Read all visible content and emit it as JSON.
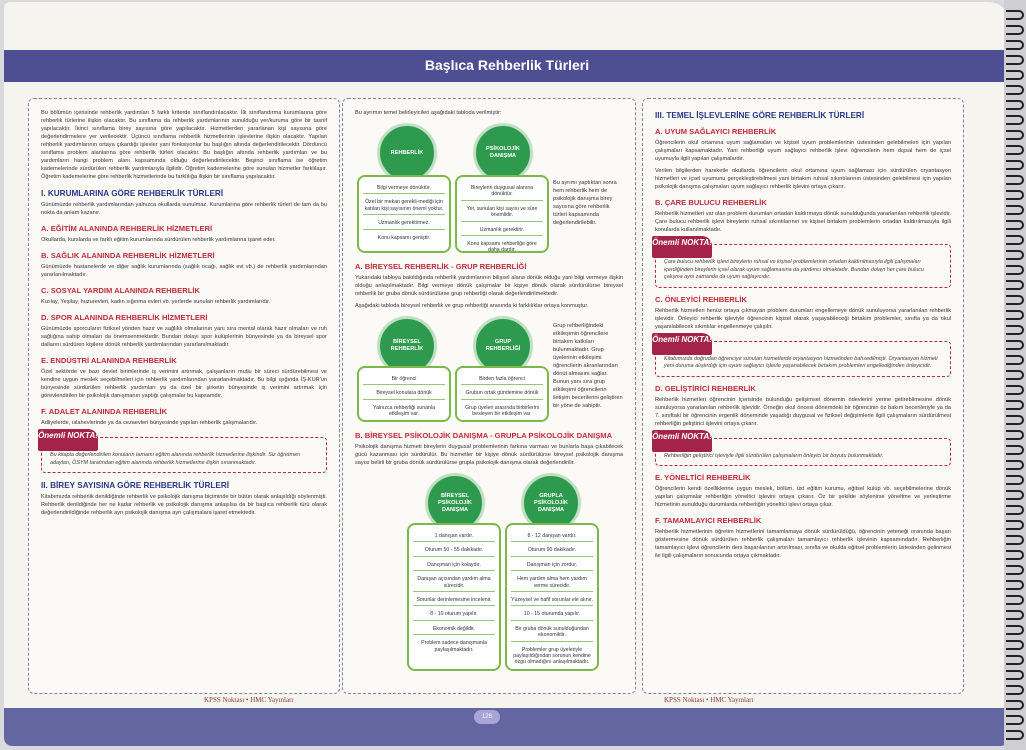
{
  "header": {
    "title": "Başlıca Rehberlik Türleri"
  },
  "footer": {
    "left": "KPSS Noktası • HMC Yayınları",
    "right": "KPSS Noktası • HMC Yayınları",
    "page": "126"
  },
  "col1": {
    "intro": "Bu bölümün içerisinde rehberlik yardımları 5 farklı kriterde sınıflandırılacaktır. İlk sınıflandırma kurumlarına göre rehberlik türlerine ilişkin olacaktır. Bu sınıflama da rehberlik yardımlarının sunulduğu yer/kuruma göre bir tasnif yapılacaktır. İkinci sınıflama birey sayısına göre yapılacaktır. Hizmetlerden yararlanan kişi sayısına göre değerlendirmelere yer verilecektir. Üçüncü sınıflama rehberlik hizmetlerinin işlevlerine ilişkin olacaktır. Yapılan rehberlik yardımlarının ortaya çıkardığı işlevler yani fonksiyonlar bu başlığın altında değerlendirilecektir. Dördüncü sınıflama problem alanlarına göre rehberlik türleri olacaktır. Bu başlığın altında rehberlik yardımları ve bu yardımların hangi problem alanı kapsamında olduğu değerlendirilecektir. Beşinci sınıflama ise öğretim kademelerinde sürdürülen rehberlik yardımlarıyla ilgilidir. Öğretim kademelerine göre sunulan hizmetler farklılaşır. Öğretim kademelerine göre rehberlik hizmetlerinde bu farklılığa ilişkin bir sınıflama yapılacaktır.",
    "sec1_title": "I. KURUMLARINA GÖRE REHBERLİK TÜRLERİ",
    "sec1_text": "Günümüzde rehberlik yardımlarından yalnızca okullarda sunulmaz. Kurumlarına göre rehberlik türleri de tam da bu nokta da anlam kazanır.",
    "a_title": "A. EĞİTİM ALANINDA REHBERLİK HİZMETLERİ",
    "a_text": "Okullarda, kurslarda ve farklı eğitim kurumlarında sürdürülen rehberlik yardımlarına işaret eder.",
    "b_title": "B. SAĞLIK ALANINDA REHBERLİK HİZMETLERİ",
    "b_text": "Günümüzde hastanelerde ve diğer sağlık kurumlarında (sağlık ocağı, sağlık evi vb.) de rehberlik yardımlarından yararlanılmaktadır.",
    "c_title": "C. SOSYAL YARDIM ALANINDA REHBERLİK",
    "c_text": "Kızılay, Yeşilay, huzurevleri, kadın sığınma evleri vb. yerlerde sunulan rehberlik yardımlarıdır.",
    "d_title": "D. SPOR ALANINDA REHBERLİK HİZMETLERİ",
    "d_text": "Günümüzde sporcuların fiziksel yönden hazır ve sağlıklı olmalarının yanı sıra mental olarak hazır olmaları ve ruh sağlığına sahip olmaları da önemsenmektedir. Bundan dolayı spor kulüplerinin bünyesinde ya da bireysel spor dallarını sürdüren kişilere dönük rehberlik yardımlarından yararlanılmaktadır.",
    "e_title": "E. ENDÜSTRİ ALANINDA REHBERLİK",
    "e_text": "Özel sektörde ve bazı devlet birimlerinde iş verimini artırmak, çalışanların mutlu bir süreci sürdürebilmesi ve kendine uygun meslek seçebilmeleri için rehberlik yardımlarından yararlanılmaktadır. Bu bilgi ışığında İŞ-KUR'un bünyesinde sürdürülen rehberlik yardımları ya da özel bir şirketin bünyesinde iş verimini artırmak için görevlendirilen bir psikolojik danışmanın yaptığı çalışmalar bu kapsamdır.",
    "f_title": "F. ADALET ALANINDA REHBERLİK",
    "f_text": "Adliyelerde, ıslahevlerinde ya da cezaevleri bünyesinde yapılan rehberlik çalışmalarıdır.",
    "note_badge": "Önemli NOKTA!",
    "note_text": "Bu kitapta değerlendirilen konuların tamamı eğitim alanında rehberlik hizmetlerine ilişkindir. Siz öğretmen adayları, ÖSYM tarafından eğitim alanında rehberlik hizmetlerine ilişkin sınanmaktadır.",
    "sec2_title": "II. BİREY SAYISINA GÖRE REHBERLİK TÜRLERİ",
    "sec2_text": "Kitabımızda rehberlik denildiğinde rehberlik ve psikolojik danışma biçiminde bir bütün olarak anlaşıldığı söylenmişti. Rehberlik denildiğinde her ne kadar rehberlik ve psikolojik danışma anlaşılsa da bir başlıca rehberlik türü olarak değerlendirildiğinde rehberlik ayrı psikolojik danışma ayrı çalışmalara işaret etmektedir."
  },
  "col2": {
    "intro": "Bu ayrımın temel belirleyicileri aşağıdaki tabloda verilmiştir:",
    "d1": {
      "left_title": "REHBERLİK",
      "right_title": "PSİKOLOJİK DANIŞMA",
      "left_items": [
        "Bilgi vermeye dönüktür.",
        "Özel bir mekan gerekli-mediği için katılan kişi sayısının önemi yoktur.",
        "Uzmanlık gerektirmez.",
        "Konu kapsamı geniştir."
      ],
      "right_items": [
        "Bireylerin duygusal alanına dönüktür.",
        "Yer, sunulan kişi sayısı ve süre önemlidir.",
        "Uzmanlık gerektirir.",
        "Konu kapsamı rehberliğe göre daha dardır."
      ],
      "side": "Bu ayrımı yaptıktan sonra hem rehberlik hem de psikolojik danışma birey sayısına göre rehberlik türleri kapsamında değerlendirilebilir."
    },
    "a_title": "A. BİREYSEL REHBERLİK - GRUP REHBERLİĞİ",
    "a_text": "Yukarıdaki tabloya bakıldığında rehberlik yardımlarının bilişsel alana dönük olduğu yani bilgi vermeye ilişkin olduğu anlaşılmaktadır. Bilgi vermeye dönük çalışmalar bir kişiye dönük olarak sürdürülürse bireysel rehberlik bir gruba dönük sürdürülürse grup rehberliği olarak değerlendirilmektedir.",
    "a_text2": "Aşağıdaki tabloda bireysel rehberlik ve grup rehberliği arasında ki farklılıklar ortaya konmuştur.",
    "d2": {
      "left_title": "BİREYSEL REHBERLİK",
      "right_title": "GRUP REHBERLİĞİ",
      "left_items": [
        "Bir öğrenci",
        "Bireysel konulara dönük",
        "Yalnızca rehberliği sunanla etkileşim var."
      ],
      "right_items": [
        "Birden fazla öğrenci",
        "Grubun ortak gündemine dönük",
        "Grup üyeleri arasında birbirlerini besleyen bir etkileşim var."
      ],
      "side": "Grup rehberliğindeki etkileşimin öğrencilere birtakım katkıları bulunmaktadır. Grup üyelerinin etkileşimi öğrencilerin akranlarından dönüt almasını sağlar. Bunun yanı sıra grup etkileşimi öğrencilerin iletişim becerilerini geliştiren bir yöne de sahiptir."
    },
    "b_title": "B. BİREYSEL PSİKOLOJİK DANIŞMA - GRUPLA PSİKOLOJİK DANIŞMA",
    "b_text": "Psikolojik danışma hizmeti bireylerin duygusal problemlerinin farkına varması ve bunlarla başa çıkabilecek gücü kazanması için sürdürülür. Bu hizmetler bir kişiye dönük sürdürülürse bireysel psikolojik danışma sayısı belirli bir gruba dönük sürdürülürse grupla psikolojik danışma olarak değerlendirilir.",
    "d3": {
      "left_title": "BİREYSEL PSİKOLOJİK DANIŞMA",
      "right_title": "GRUPLA PSİKOLOJİK DANIŞMA",
      "left_items": [
        "1 danışan vardır.",
        "Oturum 50 - 55 dakikadır.",
        "Danışman için kolaydır.",
        "Danışan açısından yardım alma sürecidir.",
        "Sorunlar derinlemesine incelenir.",
        "8 - 10 oturum yapılır.",
        "Ekonomik değildir.",
        "Problem sadece danışmanla paylaşılmaktadır."
      ],
      "right_items": [
        "8 - 12 danışan vardır.",
        "Oturum 90 dakikadır.",
        "Danışman için zordur.",
        "Hem yardım alma hem yardım verme sürecidir.",
        "Yüzeysel ve hafif sorunlar ele alınır.",
        "10 - 15 oturumda yapılır.",
        "Bir gruba dönük sunulduğundan ekonomiktir.",
        "Problemler grup üyeleriyle paylaşıldığından sorunun kendine özgü olmadığını anlaşılmaktadır."
      ]
    }
  },
  "col3": {
    "sec3_title": "III. TEMEL İŞLEVLERİNE GÖRE REHBERLİK TÜRLERİ",
    "a_title": "A. UYUM SAĞLAYICI REHBERLİK",
    "a_text": "Öğrencilerin okul ortamına uyum sağlamaları ve kişisel uyum problemlerinin üstesinden gelebilmeleri için yapılan çalışmaları kapsamaktadır. Yani rehberliği uyum sağlayıcı rehberlik işlevi öğrencilerin hem dışsal hem de içsel uyumuyla ilgili yapılan çalışmalardır.",
    "a_text2": "Verilen bilgilerden hareketle okullarda öğrencilerin okul ortamına uyum sağlaması için sürdürülen oryantasyon hizmetleri ve içsel uyumunu gerçekleştirebilmesi yani birtakım ruhsal sıkıntılarının üstesinden gelebilmesi için yapılan psikolojik danışma çalışmaları uyum sağlayıcı rehberlik işlevini ortaya çıkarır.",
    "b_title": "B. ÇARE BULUCU REHBERLİK",
    "b_text": "Rehberlik hizmetleri var olan problem durumları ortadan kaldırmaya dönük sunulduğunda yararlanılan rehberlik işlevidir. Çare bulucu rehberlik işlevi bireylerin ruhsal sıkıntılarının ve kişisel birtakım problemlerin ortadan kaldırılmasıyla ilgili konularda kullanılmaktadır.",
    "note1_badge": "Önemli NOKTA!",
    "note1_text": "Çare bulucu rehberlik işlevi bireylerin ruhsal ve kişisel problemlerinin ortadan kaldırılmasıyla ilgili çalışmaları içerdiğinden bireylerin içsel olarak uyum sağlamasına da yardımcı olmaktadır. Bundan dolayı her çare bulucu çalışma aynı zamanda da uyum sağlayıcıdır.",
    "c_title": "C. ÖNLEYİCİ REHBERLİK",
    "c_text": "Rehberlik hizmetleri henüz ortaya çıkmayan problem durumları engellemeye dönük sunuluyorsa yararlanılan rehberlik işlevidir. Önleyici rehberlik işleviyle öğrencinin kişisel olarak yaşayabileceği birtakım problemler, sınıfta ya da okul yaşanılabilecek sıkıntılar engellenmeye çalışılır.",
    "note2_badge": "Önemli NOKTA!",
    "note2_text": "Kitabımızda doğrudan öğrenciye sunulan hizmetlerde oryantasyon hizmetinden bahsedilmişti. Oryantasyon hizmeti yeni duruma alıştırdığı için uyum sağlayıcı işlevle yaşanabilecek birtakım problemleri engellediğinden önleyicidir.",
    "d_title": "D. GELİŞTİRİCİ REHBERLİK",
    "d_text": "Rehberlik hizmetleri öğrencinin içerisinde bulunduğu gelişimsel dönemin ödevlerini yerine getirebilmesine dönük sunuluyorsa yararlanılan rehberlik işlevidir. Örneğin okul öncesi dönemdeki bir öğrencinin öz bakım becerileriyle ya da 7. sınıftaki bir öğrencinin ergenlik döneminde yaşadığı duygusal ve fiziksel değişimlerle ilgili çalışmaların sürdürülmesi rehberliğin geliştirici işlevini ortaya çıkarır.",
    "note3_badge": "Önemli NOKTA!",
    "note3_text": "Rehberliğin geliştirici işleviyle ilgili sürdürülen çalışmaların önleyici bir boyutu bulunmaktadır.",
    "e_title": "E. YÖNELTİCİ REHBERLİK",
    "e_text": "Öğrencilerin kendi özelliklerine uygun meslek, bölüm, üst eğitim kurumu, eğitsel kulüp vb. seçebilmelerine dönük yapılan çalışmalar rehberliğin yöneltici işlevini ortaya çıkarır. Öz bir şekilde söylenirse yöneltme ve yerleştirme hizmetinin sunulduğu durumlarda rehberliğin yöneltici işlevi ortaya çıkar.",
    "f_title": "F. TAMAMLAYICI REHBERLİK",
    "f_text": "Rehberlik hizmetlerinin öğretim hizmetlerini tamamlamaya dönük sürdürüldüğü, öğrencinin yeteneği oranında başarı göstermesine dönük sürdürülen rehberlik çalışmaları tamamlayıcı rehberlik işlevinin kapsamındadır. Rehberliğin tamamlayıcı işlevi öğrencilerin ders başarılarının artırılması, sınıfta ve okulda eğitsel problemlerin üstesinden gelinmesi ile ilgili çalışmaların sonucunda ortaya çıkmaktadır."
  }
}
